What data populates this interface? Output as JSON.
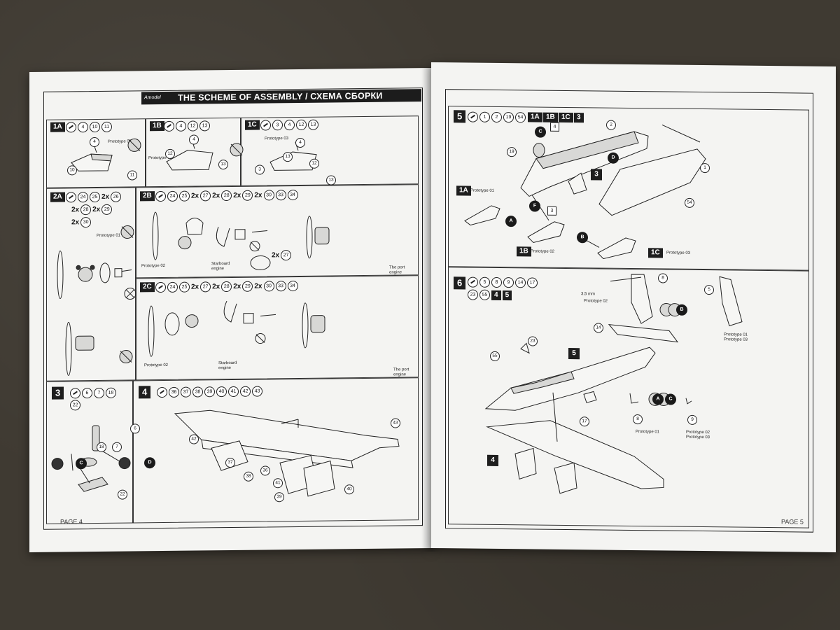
{
  "header": {
    "title": "THE SCHEME OF ASSEMBLY / СХЕМА СБОРКИ",
    "logo_text": "Amodel"
  },
  "pages": {
    "left": "PAGE 4",
    "right": "PAGE 5"
  },
  "steps": {
    "s1a": {
      "label": "1A",
      "parts": [
        "4",
        "10",
        "11"
      ],
      "proto": "Prototype 01"
    },
    "s1b": {
      "label": "1B",
      "parts": [
        "4",
        "12",
        "13"
      ],
      "proto": "Prototype 02"
    },
    "s1c": {
      "label": "1C",
      "parts": [
        "3",
        "4",
        "12",
        "13"
      ],
      "proto": "Prototype 03"
    },
    "s2a": {
      "label": "2A",
      "parts_row1": [
        "24",
        "25"
      ],
      "row1_mult": "2x",
      "row1_last": "26",
      "row2_mult_a": "2x",
      "row2_a": "28",
      "row2_mult_b": "2x",
      "row2_b": "29",
      "row3_mult": "2x",
      "row3": "30",
      "proto": "Prototype 01"
    },
    "s2b": {
      "label": "2B",
      "parts": [
        "24",
        "25"
      ],
      "seq": [
        "2x",
        "27",
        "2x",
        "28",
        "2x",
        "29",
        "2x",
        "30",
        "33",
        "34"
      ],
      "proto": "Prototype 02",
      "starboard": "Starboard engine",
      "port": "The port engine",
      "mult_27": "2x"
    },
    "s2c": {
      "label": "2C",
      "parts": [
        "24",
        "25"
      ],
      "seq": [
        "2x",
        "27",
        "2x",
        "28",
        "2x",
        "29",
        "2x",
        "30",
        "33",
        "34"
      ],
      "proto": "Prototype 02",
      "starboard": "Starboard engine",
      "port": "The port engine"
    },
    "s3": {
      "label": "3",
      "parts": [
        "6",
        "7",
        "18",
        "22"
      ]
    },
    "s4": {
      "label": "4",
      "parts": [
        "36",
        "37",
        "38",
        "39",
        "40",
        "41",
        "42",
        "43"
      ]
    },
    "s5": {
      "label": "5",
      "parts": [
        "1",
        "2",
        "19",
        "54"
      ],
      "subs": [
        "1A",
        "1B",
        "1C",
        "3"
      ],
      "proto1": "Prototype 01",
      "proto2": "Prototype 02",
      "proto3": "Prototype 03"
    },
    "s6": {
      "label": "6",
      "parts": [
        "5",
        "8",
        "9",
        "14",
        "17",
        "23",
        "55"
      ],
      "subs": [
        "4",
        "5"
      ],
      "dim": "3,5 mm",
      "proto2": "Prototype 02",
      "proto13": "Prototype 01\nPrototype 03",
      "proto01": "Prototype 01",
      "proto0203": "Prototype 02\nPrototype 03"
    }
  }
}
